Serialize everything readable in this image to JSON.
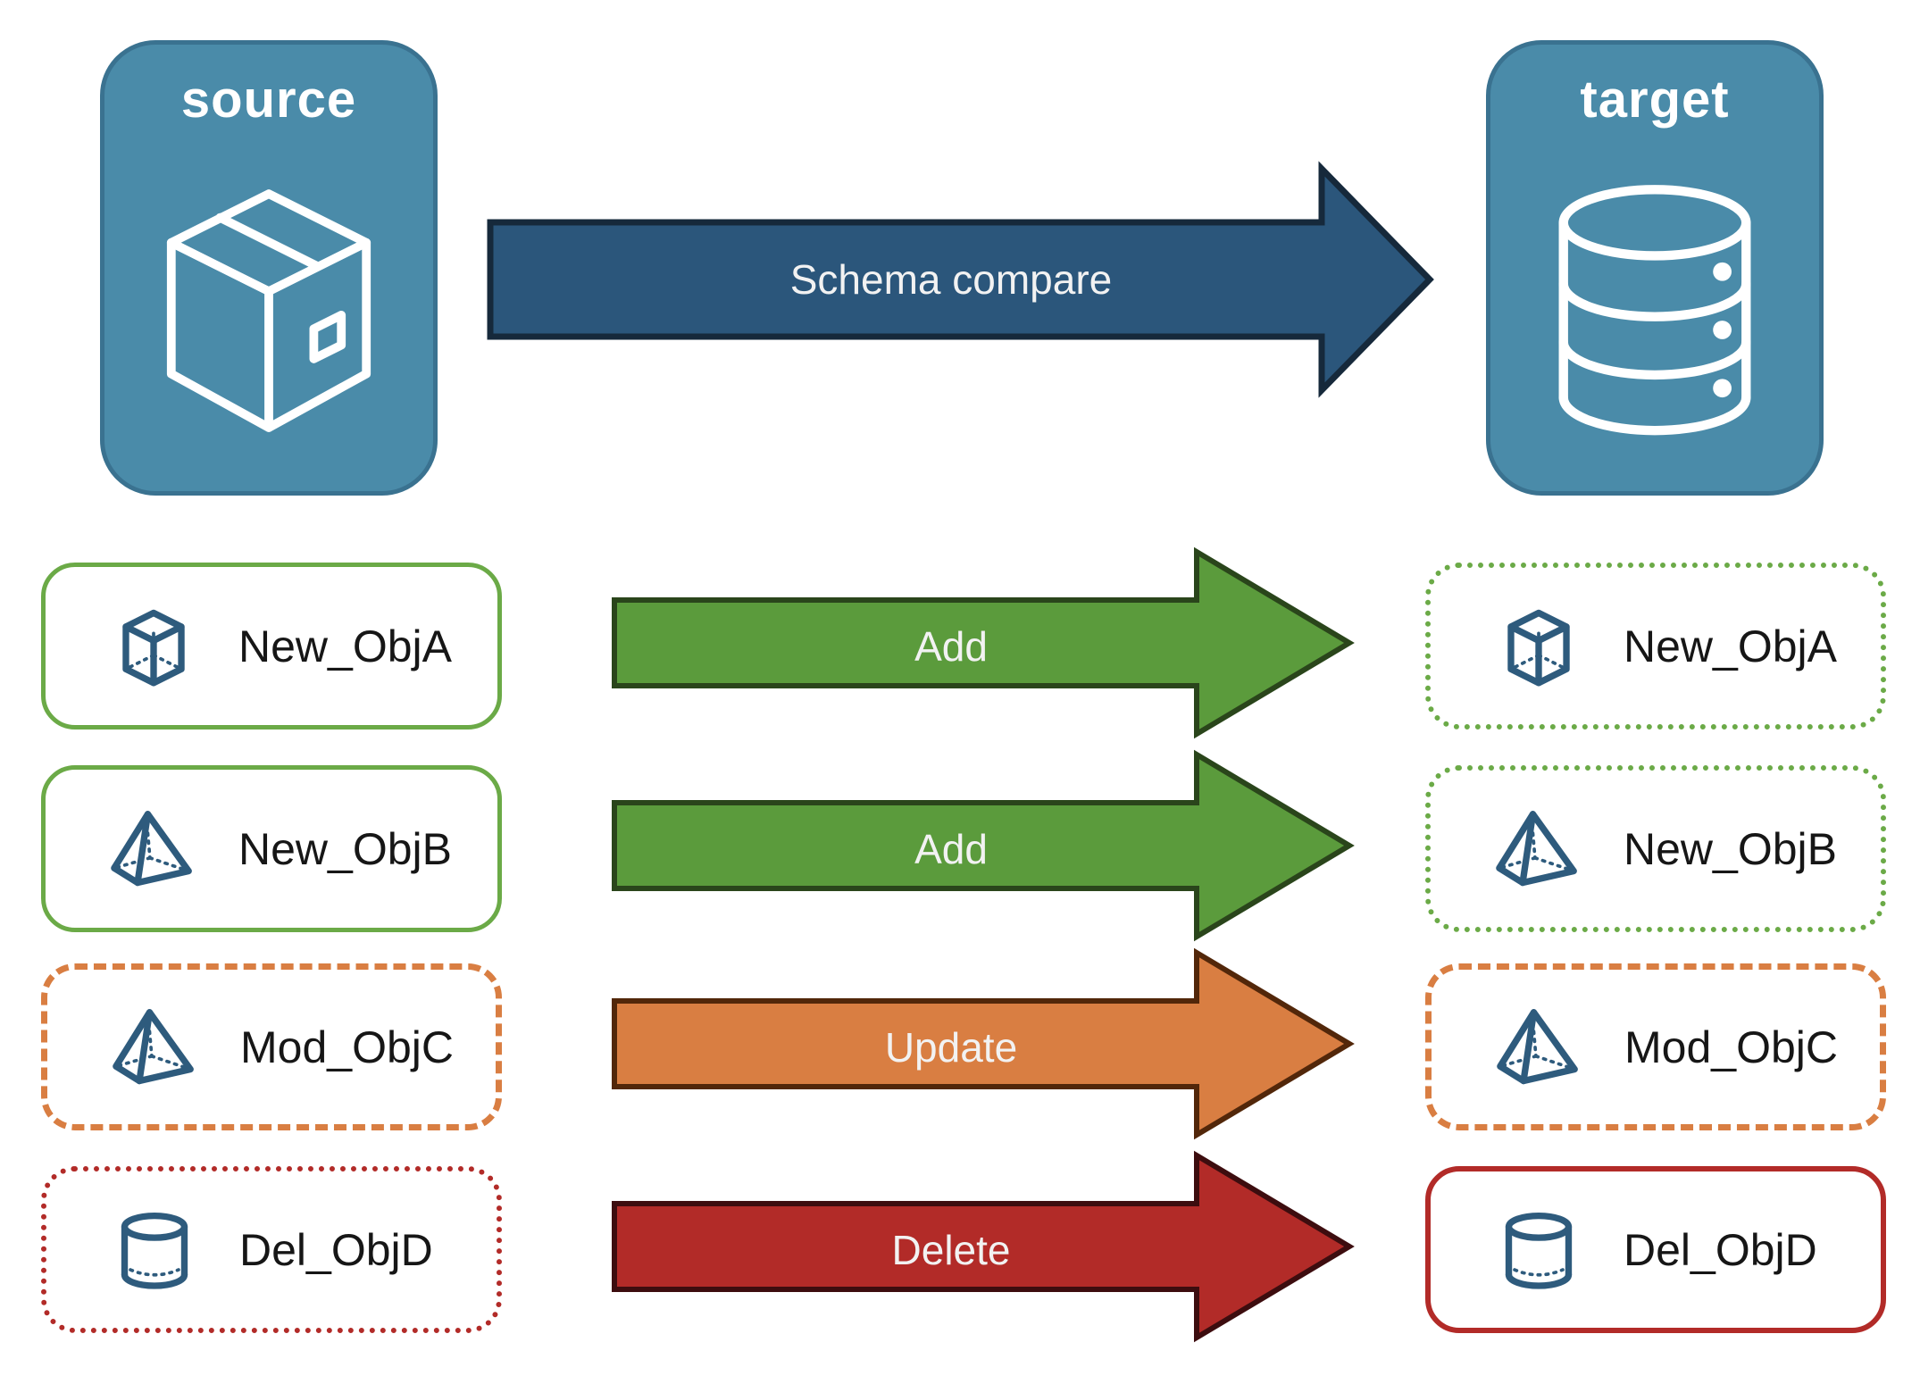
{
  "title": "Schema compare diagram",
  "source_panel": {
    "label": "source",
    "icon": "package-icon"
  },
  "target_panel": {
    "label": "target",
    "icon": "database-icon"
  },
  "compare_arrow": {
    "label": "Schema compare",
    "fill": "#2B567B",
    "stroke": "#16293B"
  },
  "rows": [
    {
      "source_item": {
        "label": "New_ObjA",
        "icon": "cube-icon",
        "border_style": "solid",
        "border_color": "#6BAA47"
      },
      "action_arrow": {
        "label": "Add",
        "fill": "#5B9B3C",
        "stroke": "#2A451B"
      },
      "target_item": {
        "label": "New_ObjA",
        "icon": "cube-icon",
        "border_style": "dotted",
        "border_color": "#6BAA47"
      }
    },
    {
      "source_item": {
        "label": "New_ObjB",
        "icon": "pyramid-icon",
        "border_style": "solid",
        "border_color": "#6BAA47"
      },
      "action_arrow": {
        "label": "Add",
        "fill": "#5B9B3C",
        "stroke": "#2A451B"
      },
      "target_item": {
        "label": "New_ObjB",
        "icon": "pyramid-icon",
        "border_style": "dotted",
        "border_color": "#6BAA47"
      }
    },
    {
      "source_item": {
        "label": "Mod_ObjC",
        "icon": "pyramid-icon",
        "border_style": "dashed",
        "border_color": "#D97E42"
      },
      "action_arrow": {
        "label": "Update",
        "fill": "#D97E42",
        "stroke": "#52270A"
      },
      "target_item": {
        "label": "Mod_ObjC",
        "icon": "pyramid-icon",
        "border_style": "dashed",
        "border_color": "#D97E42"
      }
    },
    {
      "source_item": {
        "label": "Del_ObjD",
        "icon": "cylinder-icon",
        "border_style": "dotted",
        "border_color": "#B22B28"
      },
      "action_arrow": {
        "label": "Delete",
        "fill": "#B22B28",
        "stroke": "#3D0D0F"
      },
      "target_item": {
        "label": "Del_ObjD",
        "icon": "cylinder-icon",
        "border_style": "solid",
        "border_color": "#B22B28"
      }
    }
  ],
  "colors": {
    "panel_fill": "#4A8BA9",
    "panel_border": "#3A7290",
    "icon_blue": "#2E5B7D",
    "icon_white": "#FFFFFF",
    "green": "#6BAA47",
    "orange": "#D97E42",
    "red": "#B22B28",
    "label_text": "#161616",
    "arrow_text": "#F2F2F2"
  }
}
